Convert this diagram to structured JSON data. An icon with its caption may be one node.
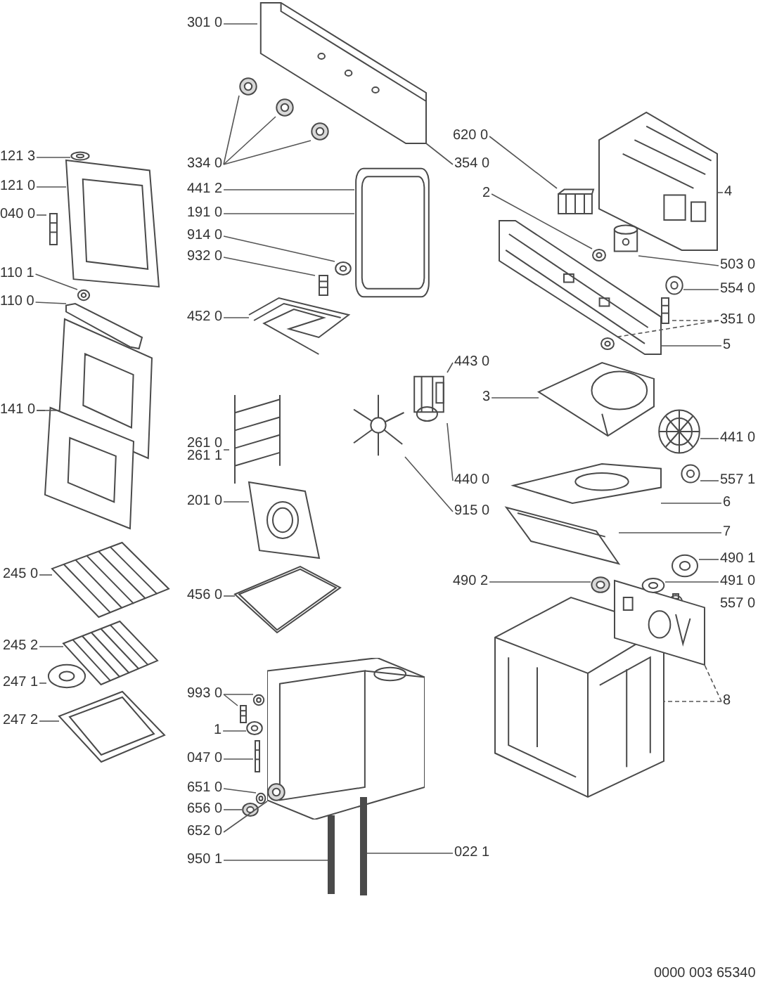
{
  "diagram": {
    "nodes": [
      {
        "text": [
          "301 0"
        ]
      },
      {
        "text": [
          "334 0"
        ]
      },
      {
        "text": [
          "354 0"
        ]
      },
      {
        "text": [
          "620 0"
        ]
      },
      {
        "text": [
          "2"
        ]
      },
      {
        "text": [
          "4"
        ]
      },
      {
        "text": [
          "121 3"
        ]
      },
      {
        "text": [
          "441 2"
        ]
      },
      {
        "text": [
          "121 0"
        ]
      },
      {
        "text": [
          "191 0"
        ]
      },
      {
        "text": [
          "040 0"
        ]
      },
      {
        "text": [
          "914 0"
        ]
      },
      {
        "text": [
          "932 0"
        ]
      },
      {
        "text": [
          "503 0"
        ]
      },
      {
        "text": [
          "110 1"
        ]
      },
      {
        "text": [
          "554 0"
        ]
      },
      {
        "text": [
          "110 0"
        ]
      },
      {
        "text": [
          "452 0"
        ]
      },
      {
        "text": [
          "351 0"
        ]
      },
      {
        "text": [
          "5"
        ]
      },
      {
        "text": [
          "443 0"
        ]
      },
      {
        "text": [
          "3"
        ]
      },
      {
        "text": [
          "141 0"
        ]
      },
      {
        "text": [
          "441 0"
        ]
      },
      {
        "text": [
          "261 0",
          "261 1"
        ]
      },
      {
        "text": [
          "440 0"
        ]
      },
      {
        "text": [
          "557 1"
        ]
      },
      {
        "text": [
          "201 0"
        ]
      },
      {
        "text": [
          "6"
        ]
      },
      {
        "text": [
          "915 0"
        ]
      },
      {
        "text": [
          "7"
        ]
      },
      {
        "text": [
          "490 1"
        ]
      },
      {
        "text": [
          "245 0"
        ]
      },
      {
        "text": [
          "490 2"
        ]
      },
      {
        "text": [
          "491 0"
        ]
      },
      {
        "text": [
          "456 0"
        ]
      },
      {
        "text": [
          "245 2"
        ]
      },
      {
        "text": [
          "247 1"
        ]
      },
      {
        "text": [
          "993 0"
        ]
      },
      {
        "text": [
          "8"
        ]
      },
      {
        "text": [
          "247 2"
        ]
      },
      {
        "text": [
          "1"
        ]
      },
      {
        "text": [
          "047 0"
        ]
      },
      {
        "text": [
          "651 0"
        ]
      },
      {
        "text": [
          "656 0"
        ]
      },
      {
        "text": [
          "652 0"
        ]
      },
      {
        "text": [
          "022 1"
        ]
      },
      {
        "text": [
          "950 1"
        ]
      },
      {
        "text": [],
        "shape": "picture"
      },
      {
        "text": [],
        "shape": "circle"
      },
      {
        "text": [],
        "shape": "circle"
      },
      {
        "text": [],
        "shape": "circle"
      },
      {
        "text": [],
        "shape": "picture"
      },
      {
        "text": [],
        "shape": "picture"
      },
      {
        "text": [],
        "shape": "picture"
      },
      {
        "text": [],
        "shape": "picture"
      },
      {
        "text": [],
        "shape": "picture"
      },
      {
        "text": [],
        "shape": "picture"
      },
      {
        "text": [],
        "shape": "picture"
      },
      {
        "text": [],
        "shape": "picture"
      },
      {
        "text": [],
        "shape": "picture"
      },
      {
        "text": [],
        "shape": "picture"
      },
      {
        "text": [],
        "shape": "picture"
      },
      {
        "text": [],
        "shape": "picture"
      },
      {
        "text": [],
        "shape": "picture"
      },
      {
        "text": [],
        "shape": "picture"
      },
      {
        "text": [],
        "shape": "picture"
      },
      {
        "text": [],
        "shape": "picture"
      },
      {
        "text": [],
        "shape": "picture"
      },
      {
        "text": [],
        "shape": "picture"
      },
      {
        "text": [],
        "shape": "circle"
      },
      {
        "text": [],
        "shape": "picture"
      },
      {
        "text": [],
        "shape": "picture"
      },
      {
        "text": [],
        "shape": "picture"
      },
      {
        "text": [],
        "shape": "picture"
      },
      {
        "text": [],
        "shape": "picture"
      },
      {
        "text": [],
        "shape": "picture"
      },
      {
        "text": [],
        "shape": "picture"
      },
      {
        "text": [],
        "shape": "picture"
      },
      {
        "text": [],
        "shape": "picture"
      },
      {
        "text": [],
        "shape": "picture"
      },
      {
        "text": [],
        "shape": "picture"
      },
      {
        "text": [],
        "shape": "picture"
      },
      {
        "text": [],
        "shape": "picture"
      },
      {
        "text": [],
        "shape": "picture"
      },
      {
        "text": [],
        "shape": "picture"
      },
      {
        "text": [],
        "shape": "picture"
      },
      {
        "text": [],
        "shape": "picture"
      },
      {
        "text": [],
        "shape": "picture"
      },
      {
        "text": [],
        "shape": "picture"
      },
      {
        "text": [],
        "shape": "picture"
      },
      {
        "text": [],
        "shape": "picture"
      },
      {
        "text": [],
        "shape": "picture"
      },
      {
        "text": [],
        "shape": "picture"
      },
      {
        "text": [],
        "shape": "picture"
      },
      {
        "text": [],
        "shape": "circle"
      },
      {
        "text": [],
        "shape": "circle"
      },
      {
        "text": [],
        "shape": "bar"
      },
      {
        "text": [],
        "shape": "bar"
      }
    ],
    "edges": [
      {
        "from": 0,
        "to": 48,
        "arrow": "none"
      },
      {
        "from": 1,
        "to": 49,
        "arrow": "none"
      },
      {
        "from": 1,
        "to": 50,
        "arrow": "none"
      },
      {
        "from": 1,
        "to": 51,
        "arrow": "none"
      },
      {
        "from": 2,
        "to": 48,
        "arrow": "none"
      },
      {
        "from": 3,
        "to": 52,
        "arrow": "none"
      },
      {
        "from": 4,
        "to": 53,
        "arrow": "none"
      },
      {
        "from": 5,
        "to": 54,
        "arrow": "none"
      },
      {
        "from": 6,
        "to": 72,
        "arrow": "none"
      },
      {
        "from": 7,
        "to": 79,
        "arrow": "none"
      },
      {
        "from": 8,
        "to": 73,
        "arrow": "none"
      },
      {
        "from": 9,
        "to": 79,
        "arrow": "none"
      },
      {
        "from": 10,
        "to": 74,
        "arrow": "none"
      },
      {
        "from": 11,
        "to": 80,
        "arrow": "none"
      },
      {
        "from": 12,
        "to": 81,
        "arrow": "none"
      },
      {
        "from": 13,
        "to": 55,
        "arrow": "none"
      },
      {
        "from": 14,
        "to": 75,
        "arrow": "none"
      },
      {
        "from": 15,
        "to": 57,
        "arrow": "none"
      },
      {
        "from": 16,
        "to": 76,
        "arrow": "none"
      },
      {
        "from": 17,
        "to": 82,
        "arrow": "none"
      },
      {
        "from": 18,
        "to": 58,
        "arrow": "none",
        "style": "dashed"
      },
      {
        "from": 18,
        "to": 59,
        "arrow": "none",
        "style": "dashed"
      },
      {
        "from": 19,
        "to": 56,
        "arrow": "none"
      },
      {
        "from": 20,
        "to": 63,
        "arrow": "none"
      },
      {
        "from": 21,
        "to": 60,
        "arrow": "none"
      },
      {
        "from": 22,
        "to": 77,
        "arrow": "none"
      },
      {
        "from": 22,
        "to": 78,
        "arrow": "none"
      },
      {
        "from": 23,
        "to": 61,
        "arrow": "none"
      },
      {
        "from": 24,
        "to": 83,
        "arrow": "none"
      },
      {
        "from": 25,
        "to": 63,
        "arrow": "none"
      },
      {
        "from": 26,
        "to": 62,
        "arrow": "none"
      },
      {
        "from": 27,
        "to": 84,
        "arrow": "none"
      },
      {
        "from": 28,
        "to": 65,
        "arrow": "none"
      },
      {
        "from": 29,
        "to": 64,
        "arrow": "none"
      },
      {
        "from": 30,
        "to": 66,
        "arrow": "none"
      },
      {
        "from": 31,
        "to": 67,
        "arrow": "none"
      },
      {
        "from": 32,
        "to": 86,
        "arrow": "none"
      },
      {
        "from": 33,
        "to": 70,
        "arrow": "none"
      },
      {
        "from": 34,
        "to": 68,
        "arrow": "none"
      },
      {
        "from": 35,
        "to": 85,
        "arrow": "none"
      },
      {
        "from": 36,
        "to": 87,
        "arrow": "none"
      },
      {
        "from": 37,
        "to": 88,
        "arrow": "none"
      },
      {
        "from": 38,
        "to": 90,
        "arrow": "none"
      },
      {
        "from": 38,
        "to": 91,
        "arrow": "none"
      },
      {
        "from": 39,
        "to": 69,
        "arrow": "none",
        "style": "dashed"
      },
      {
        "from": 39,
        "to": 71,
        "arrow": "none",
        "style": "dashed"
      },
      {
        "from": 40,
        "to": 89,
        "arrow": "none"
      },
      {
        "from": 41,
        "to": 92,
        "arrow": "none"
      },
      {
        "from": 42,
        "to": 93,
        "arrow": "none"
      },
      {
        "from": 43,
        "to": 94,
        "arrow": "none"
      },
      {
        "from": 44,
        "to": 95,
        "arrow": "none"
      },
      {
        "from": 45,
        "to": 96,
        "arrow": "none"
      },
      {
        "from": 46,
        "to": 98,
        "arrow": "none"
      },
      {
        "from": 47,
        "to": 97,
        "arrow": "none"
      }
    ],
    "labels": [
      "557 0",
      "0000 003 65340"
    ]
  }
}
